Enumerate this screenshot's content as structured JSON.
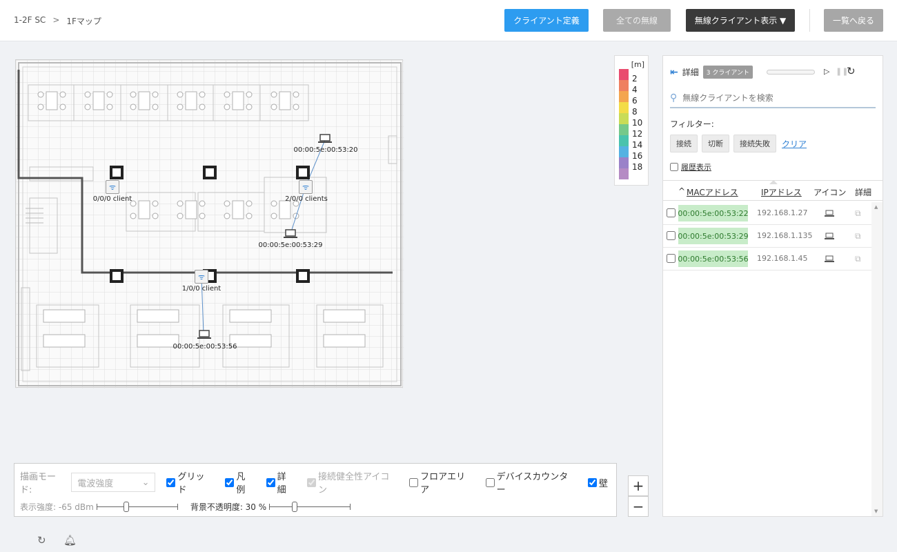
{
  "breadcrumb": {
    "item1": "1-2F SC",
    "sep": ">",
    "item2": "1Fマップ"
  },
  "header": {
    "define_clients": "クライアント定義",
    "all_wireless": "全ての無線",
    "wireless_display": "無線クライアント表示 ▼",
    "back_to_list": "一覧へ戻る"
  },
  "map": {
    "aps": [
      {
        "label": "0/0/0 client"
      },
      {
        "label": "2/0/0 clients"
      },
      {
        "label": "1/0/0 client"
      }
    ],
    "clients": [
      {
        "label": "00:00:5e:00:53:20"
      },
      {
        "label": "00:00:5e:00:53:29"
      },
      {
        "label": "00:00:5e:00:53:56"
      }
    ]
  },
  "legend": {
    "unit": "[m]",
    "values": [
      "2",
      "4",
      "6",
      "8",
      "10",
      "12",
      "14",
      "16",
      "18"
    ],
    "colors": [
      "#e94c6f",
      "#ef8060",
      "#f4a54f",
      "#f3dc47",
      "#c9dc57",
      "#76c98a",
      "#4ac3ad",
      "#55b2e2",
      "#9a82c9",
      "#b58bc4"
    ]
  },
  "panel": {
    "details_label": "詳細",
    "client_count": "3 クライアント",
    "progress": 0,
    "search_placeholder": "無線クライアントを検索",
    "filter_label": "フィルター:",
    "filters": [
      "接続",
      "切断",
      "接続失敗"
    ],
    "clear": "クリア",
    "history": "履歴表示",
    "columns": {
      "mac": "MACアドレス",
      "ip": "IPアドレス",
      "icon": "アイコン",
      "detail": "詳細"
    },
    "rows": [
      {
        "mac": "00:00:5e:00:53:22",
        "ip": "192.168.1.27"
      },
      {
        "mac": "00:00:5e:00:53:29",
        "ip": "192.168.1.135"
      },
      {
        "mac": "00:00:5e:00:53:56",
        "ip": "192.168.1.45"
      }
    ]
  },
  "zoom": {
    "in": "+",
    "out": "−"
  },
  "controls": {
    "mode_label": "描画モード:",
    "mode_value": "電波強度",
    "grid": "グリッド",
    "legend": "凡例",
    "detail": "詳細",
    "health_icon": "接続健全性アイコン",
    "floor_area": "フロアエリア",
    "device_counter": "デバイスカウンター",
    "wall": "壁",
    "strength_label": "表示強度: -65 dBm",
    "strength_level": 0.36,
    "opacity_label": "背景不透明度: 30 %",
    "opacity_level": 0.3
  },
  "icons": {
    "refresh": "refresh-icon",
    "bell": "bell-icon",
    "search": "search-icon",
    "back": "back-arrow-icon"
  }
}
